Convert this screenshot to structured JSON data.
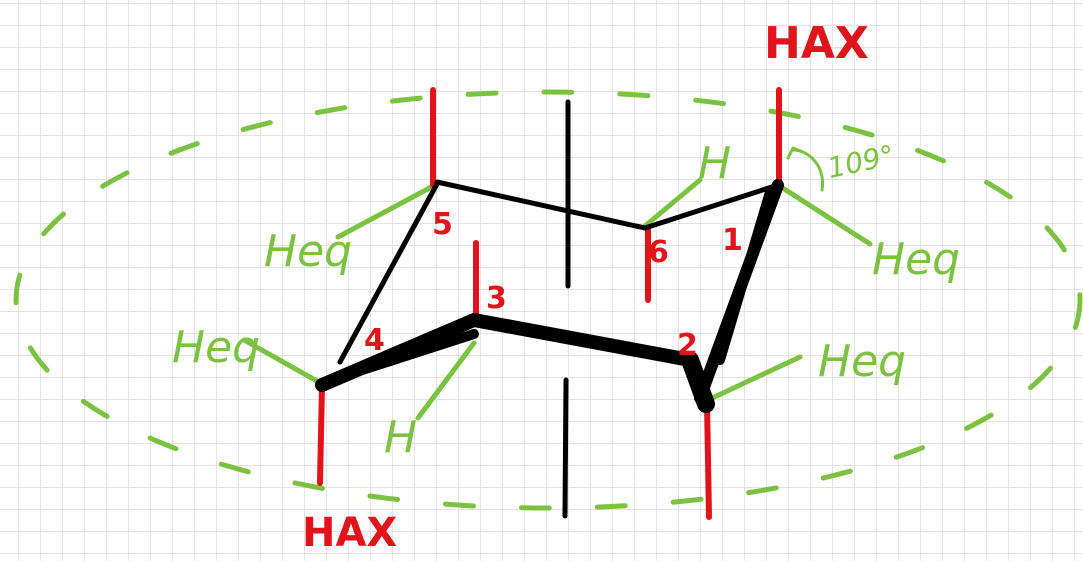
{
  "colors": {
    "ring": "#000000",
    "axial": "#e2141b",
    "equatorial": "#7cc242",
    "grid": "#e4e4e4"
  },
  "labels": {
    "h_ax_top": "HAX",
    "h_ax_bottom": "HAX",
    "h_eq_c5": "Heq",
    "h_eq_c4": "Heq",
    "h_eq_c1": "Heq",
    "h_eq_c2": "Heq",
    "h_c6": "H",
    "h_c3": "H",
    "angle": "109°"
  },
  "carbons": {
    "c1": "1",
    "c2": "2",
    "c3": "3",
    "c4": "4",
    "c5": "5",
    "c6": "6"
  }
}
